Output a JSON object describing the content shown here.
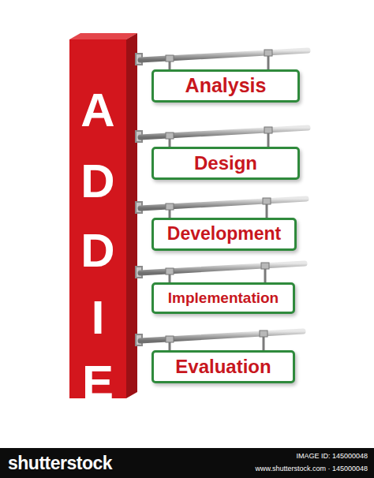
{
  "diagram": {
    "nodes": [
      {
        "text": [
          "A",
          "D",
          "D",
          "I",
          "E"
        ]
      },
      {
        "text": [
          "Analysis"
        ]
      },
      {
        "text": [
          "Design"
        ]
      },
      {
        "text": [
          "Development"
        ]
      },
      {
        "text": [
          "Implementation"
        ]
      },
      {
        "text": [
          "Evaluation"
        ]
      }
    ],
    "labels": [
      "shutterstock",
      "IMAGE ID: 145000048",
      "www.shutterstock.com · 145000048"
    ]
  }
}
